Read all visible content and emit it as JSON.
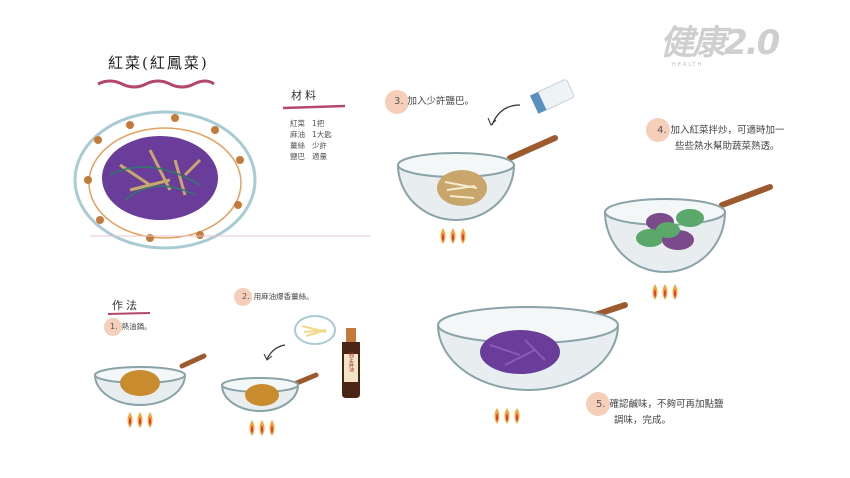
{
  "logo": {
    "text": "健康2.0",
    "sub": "HEALTH"
  },
  "title": "紅菜(紅鳳菜)",
  "ingredients": {
    "heading": "材料",
    "items": [
      {
        "name": "紅菜",
        "qty": "1把"
      },
      {
        "name": "麻油",
        "qty": "1大匙"
      },
      {
        "name": "薑絲",
        "qty": "少許"
      },
      {
        "name": "鹽巴",
        "qty": "適量"
      }
    ]
  },
  "method": {
    "heading": "作法",
    "steps": [
      {
        "num": "1.",
        "text": "熱油鍋。"
      },
      {
        "num": "2.",
        "text": "用麻油爆香薑絲。"
      },
      {
        "num": "3.",
        "text": "加入少許鹽巴。"
      },
      {
        "num": "4.",
        "line1": "加入紅菜拌炒，可適時加一",
        "line2": "些些熱水幫助蔬菜熟透。"
      },
      {
        "num": "5.",
        "line1": "確認鹹味，不夠可再加點鹽",
        "line2": "調味，完成。"
      }
    ]
  },
  "bottle_label": "純正麻油",
  "colors": {
    "accent": "#b5476a",
    "vegetable": "#6a3d9a",
    "wok": "#9fb8bd",
    "handle": "#9c5a2e",
    "flame": "#f29b38"
  }
}
